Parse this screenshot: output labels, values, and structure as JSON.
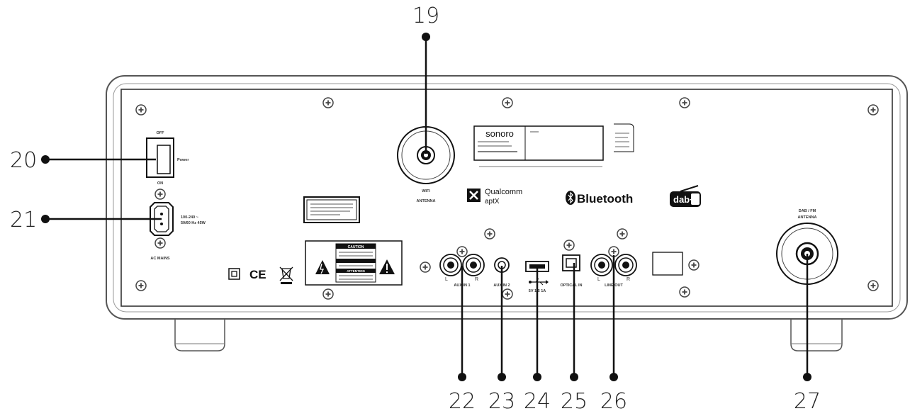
{
  "callouts": [
    "19",
    "20",
    "21",
    "22",
    "23",
    "24",
    "25",
    "26",
    "27"
  ],
  "labels": {
    "switch_off": "OFF",
    "switch_on": "ON",
    "power": "Power",
    "wifi": "WIFI",
    "wifi_antenna": "ANTENNA",
    "ac_mains": "AC MAINS",
    "voltage_line1": "100-240 ~",
    "voltage_line2": "50/60 Hz 45W",
    "dab_fm_line1": "DAB / FM",
    "dab_fm_line2": "ANTENNA",
    "aux_in1": "AUX IN 1",
    "aux_in2": "AUX IN 2",
    "usb": "5V 1.5 1A",
    "optical": "OPTICAL IN",
    "line_out": "LINE OUT",
    "ch_l": "L",
    "ch_r": "R"
  },
  "brands": {
    "sonoro": "sonoro",
    "qualcomm_line1": "Qualcomm",
    "qualcomm_line2": "aptX",
    "bluetooth": "Bluetooth",
    "dab_plus": "dab+"
  },
  "marks": {
    "ce": "CE"
  },
  "warning": {
    "caution_title": "CAUTION",
    "attention_title": "ATTENTION"
  }
}
